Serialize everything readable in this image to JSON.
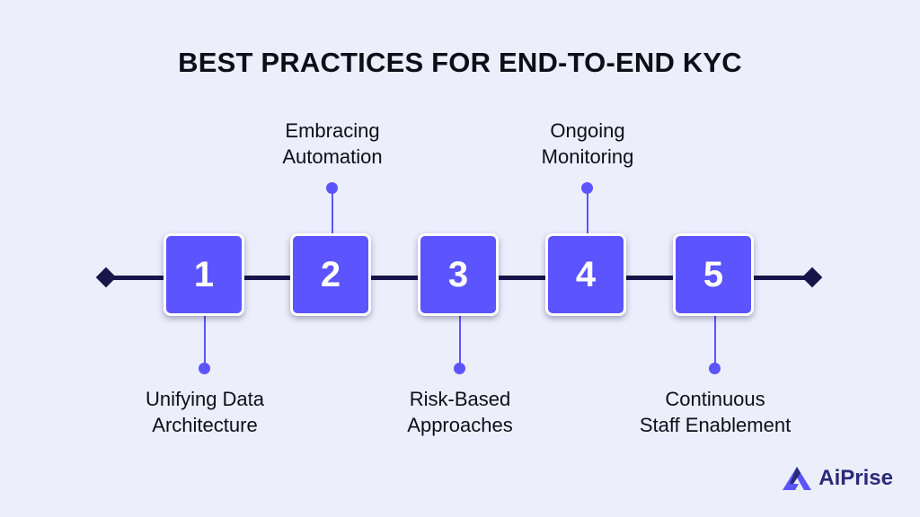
{
  "title": "BEST PRACTICES FOR END-TO-END KYC",
  "steps": [
    {
      "number": "1",
      "label_lines": [
        "Unifying Data",
        "Architecture"
      ],
      "position": "below"
    },
    {
      "number": "2",
      "label_lines": [
        "Embracing",
        "Automation"
      ],
      "position": "above"
    },
    {
      "number": "3",
      "label_lines": [
        "Risk-Based",
        "Approaches"
      ],
      "position": "below"
    },
    {
      "number": "4",
      "label_lines": [
        "Ongoing",
        "Monitoring"
      ],
      "position": "above"
    },
    {
      "number": "5",
      "label_lines": [
        "Continuous",
        "Staff Enablement"
      ],
      "position": "below"
    }
  ],
  "brand": {
    "name": "AiPrise",
    "logo_icon": "aiprise-logo-icon"
  },
  "colors": {
    "accent": "#5b54ff",
    "line": "#16164a",
    "background": "#eceefc",
    "text": "#0e0e1a"
  }
}
